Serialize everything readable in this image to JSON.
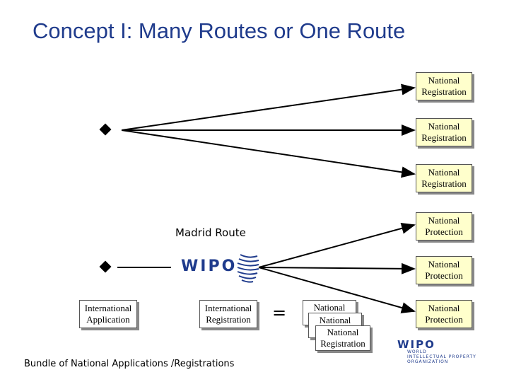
{
  "title": "Concept I: Many Routes or One Route",
  "national_registration": [
    "National",
    "Registration"
  ],
  "national_protection": [
    "National",
    "Protection"
  ],
  "madrid_route": "Madrid Route",
  "wipo_text": "WIPO",
  "international_application": [
    "International",
    "Application"
  ],
  "international_registration": [
    "International",
    "Registration"
  ],
  "equals": "=",
  "stack_national": "National",
  "stack_registration": "Registration",
  "bundle_caption": "Bundle of National Applications /Registrations",
  "wipo_logo": {
    "name": "WIPO",
    "line1": "WORLD",
    "line2": "INTELLECTUAL PROPERTY",
    "line3": "ORGANIZATION"
  },
  "colors": {
    "title": "#1f3b8c",
    "box_fill": "#ffffcc",
    "wipo_blue": "#1f3b8c"
  }
}
